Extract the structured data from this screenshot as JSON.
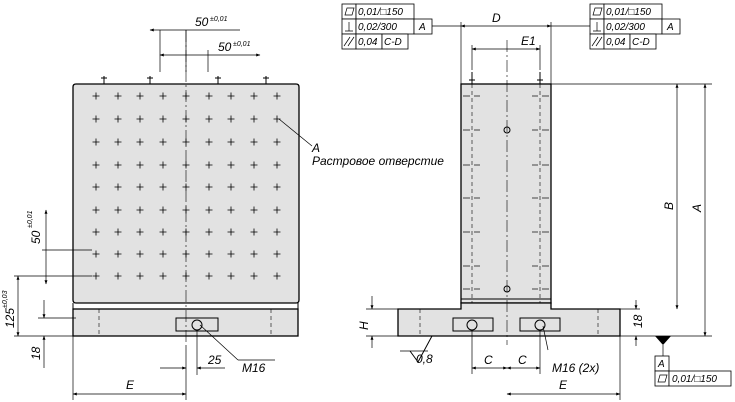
{
  "left_view": {
    "dim_top_1": "50",
    "dim_top_1_tol": "±0,01",
    "dim_top_2": "50",
    "dim_top_2_tol": "±0,01",
    "dim_left_pitch": "50",
    "dim_left_pitch_tol": "±0,01",
    "dim_left_125": "125",
    "dim_left_125_tol": "±0,03",
    "dim_left_18": "18",
    "dim_25": "25",
    "thread_label": "M16",
    "dim_e": "E",
    "callout_letter": "A",
    "callout_text": "Растровое отверстие"
  },
  "right_view": {
    "dim_d": "D",
    "dim_e1": "E1",
    "dim_b": "B",
    "dim_a": "A",
    "dim_h": "H",
    "dim_18": "18",
    "dim_c1": "C",
    "dim_c2": "C",
    "dim_e": "E",
    "thread_label": "M16 (2x)",
    "roughness": "0,8"
  },
  "frame_left": {
    "r1": "0,01/□150",
    "r2": "0,02/300",
    "r2_ref": "A",
    "r3": "0,04",
    "r3_ref": "C-D"
  },
  "frame_right": {
    "r1": "0,01/□150",
    "r2": "0,02/300",
    "r2_ref": "A",
    "r3": "0,04",
    "r3_ref": "C-D"
  },
  "datum_frame": {
    "letter": "A",
    "value": "0,01/□150"
  }
}
